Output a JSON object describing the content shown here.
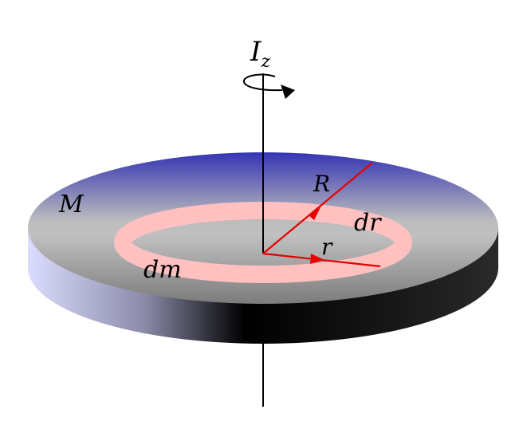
{
  "labels": {
    "axis_moment": "I",
    "axis_moment_sub": "z",
    "mass": "M",
    "big_radius": "R",
    "small_radius": "r",
    "ring_width": "dr",
    "ring_mass": "dm"
  },
  "colors": {
    "top_face_edge": "#3434b4",
    "top_face_center": "#c0c0c0",
    "top_face_front": "#7c7c7c",
    "side_light": "#dcdcff",
    "side_dark": "#000000",
    "side_right": "#2a2a2a",
    "ring": "#ffc0c0",
    "vectors": "#e60000",
    "axis": "#000000"
  },
  "icons": {
    "rotation": "curved-arrow-rotation-icon"
  }
}
